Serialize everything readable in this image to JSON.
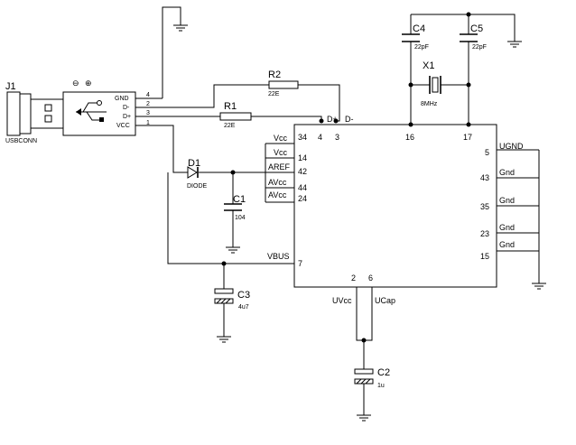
{
  "components": {
    "j1": {
      "ref": "J1",
      "value": "USBCONN"
    },
    "r1": {
      "ref": "R1",
      "value": "22E"
    },
    "r2": {
      "ref": "R2",
      "value": "22E"
    },
    "d1": {
      "ref": "D1",
      "value": "DIODE"
    },
    "c1": {
      "ref": "C1",
      "value": "104"
    },
    "c2": {
      "ref": "C2",
      "value": "1u"
    },
    "c3": {
      "ref": "C3",
      "value": "4u7"
    },
    "c4": {
      "ref": "C4",
      "value": "22pF"
    },
    "c5": {
      "ref": "C5",
      "value": "22pF"
    },
    "x1": {
      "ref": "X1",
      "value": "8MHz"
    }
  },
  "usb_pins": [
    {
      "num": "4",
      "name": "GND"
    },
    {
      "num": "2",
      "name": "D-"
    },
    {
      "num": "3",
      "name": "D+"
    },
    {
      "num": "1",
      "name": "VCC"
    }
  ],
  "usb_symbols": {
    "minus": "⊖",
    "plus": "⊕"
  },
  "chip": {
    "top_pins": [
      {
        "num": "4",
        "name": "D+"
      },
      {
        "num": "3",
        "name": "D-"
      },
      {
        "num": "16",
        "name": ""
      },
      {
        "num": "17",
        "name": ""
      }
    ],
    "left_pins": [
      {
        "num": "34",
        "name": "Vcc"
      },
      {
        "num": "14",
        "name": "Vcc"
      },
      {
        "num": "42",
        "name": "AREF"
      },
      {
        "num": "44",
        "name": "AVcc"
      },
      {
        "num": "24",
        "name": "AVcc"
      },
      {
        "num": "7",
        "name": "VBUS"
      }
    ],
    "right_pins": [
      {
        "num": "5",
        "name": "UGND"
      },
      {
        "num": "43",
        "name": "Gnd"
      },
      {
        "num": "35",
        "name": "Gnd"
      },
      {
        "num": "23",
        "name": "Gnd"
      },
      {
        "num": "15",
        "name": "Gnd"
      }
    ],
    "bottom_pins": [
      {
        "num": "2",
        "name": "UVcc"
      },
      {
        "num": "6",
        "name": "UCap"
      }
    ]
  }
}
